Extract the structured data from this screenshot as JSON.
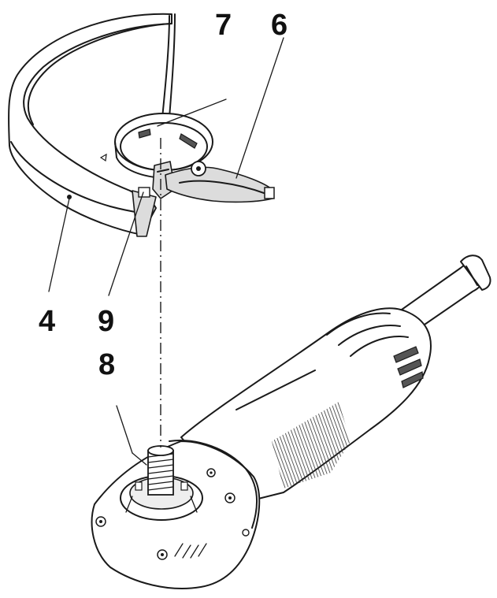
{
  "callouts": {
    "guard": "4",
    "lever": "6",
    "collar_slot": "7",
    "spindle": "8",
    "cam": "9"
  },
  "colors": {
    "line": "#1a1a1a",
    "shade": "#dcdcdc",
    "background": "#ffffff"
  }
}
